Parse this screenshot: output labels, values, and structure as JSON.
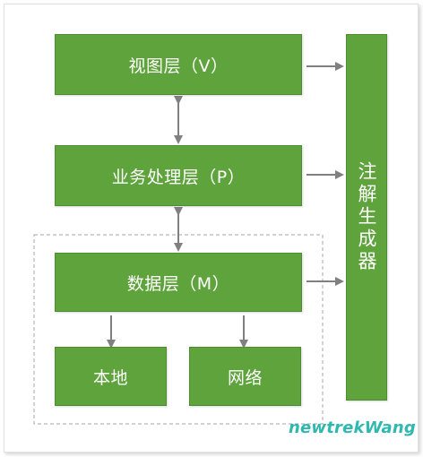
{
  "diagram": {
    "view_layer": "视图层（V）",
    "presenter_layer": "业务处理层（P）",
    "data_layer": "数据层（M）",
    "local": "本地",
    "network": "网络",
    "annotation_generator": "注解生成器"
  },
  "watermark": "newtrekWang",
  "colors": {
    "box_fill": "#5fa33c",
    "arrow": "#808080",
    "dashed_border": "#a6a6a6",
    "watermark": "#2fb8b0"
  }
}
